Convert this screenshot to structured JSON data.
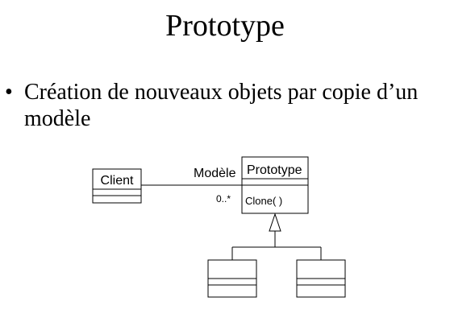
{
  "slide": {
    "title": "Prototype",
    "bullet_symbol": "•",
    "bullet_text": "Création de nouveaux objets par copie d’un modèle"
  },
  "diagram": {
    "client_class": {
      "name": "Client"
    },
    "prototype_class": {
      "name": "Prototype",
      "operation": "Clone( )"
    },
    "association": {
      "role": "Modèle",
      "multiplicity": "0..*"
    },
    "subclasses_count": 2
  }
}
